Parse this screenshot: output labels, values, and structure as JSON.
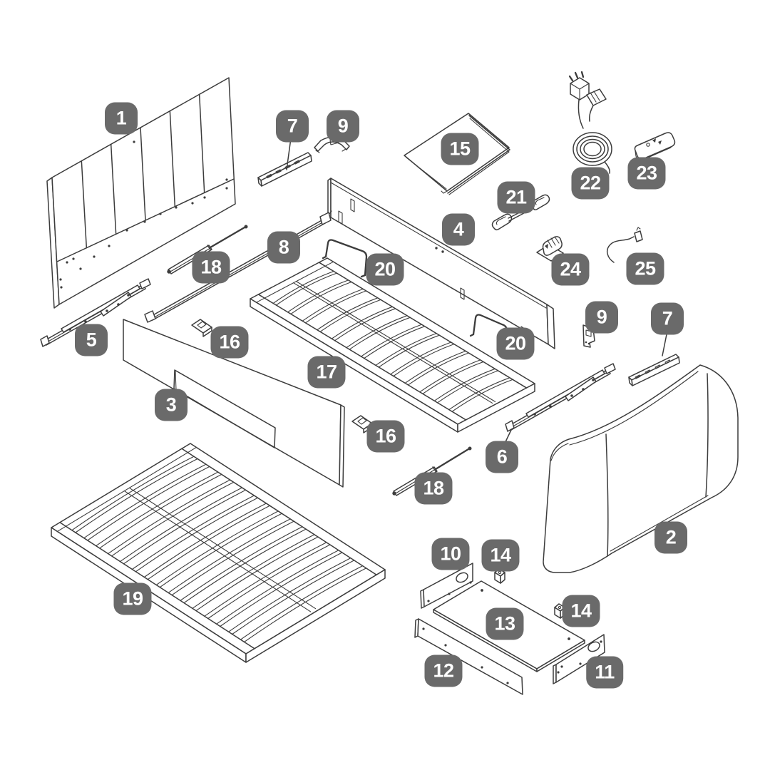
{
  "diagram": {
    "colors": {
      "background": "#ffffff",
      "line": "#3c3c3c",
      "badge_bg": "#6a6a6a",
      "badge_text": "#ffffff"
    },
    "badges": {
      "b1": {
        "label": "1"
      },
      "b7_top": {
        "label": "7"
      },
      "b9_top": {
        "label": "9"
      },
      "b15": {
        "label": "15"
      },
      "b21": {
        "label": "21"
      },
      "b22": {
        "label": "22"
      },
      "b23": {
        "label": "23"
      },
      "b4": {
        "label": "4"
      },
      "b24": {
        "label": "24"
      },
      "b25": {
        "label": "25"
      },
      "b8": {
        "label": "8"
      },
      "b18_top": {
        "label": "18"
      },
      "b20_top": {
        "label": "20"
      },
      "b5": {
        "label": "5"
      },
      "b16_top": {
        "label": "16"
      },
      "b9_right": {
        "label": "9"
      },
      "b7_right": {
        "label": "7"
      },
      "b3": {
        "label": "3"
      },
      "b17": {
        "label": "17"
      },
      "b20_right": {
        "label": "20"
      },
      "b16_bottom": {
        "label": "16"
      },
      "b6": {
        "label": "6"
      },
      "b18_bottom": {
        "label": "18"
      },
      "b2": {
        "label": "2"
      },
      "b19": {
        "label": "19"
      },
      "b10": {
        "label": "10"
      },
      "b14_left": {
        "label": "14"
      },
      "b13": {
        "label": "13"
      },
      "b14_right": {
        "label": "14"
      },
      "b12": {
        "label": "12"
      },
      "b11": {
        "label": "11"
      }
    }
  }
}
